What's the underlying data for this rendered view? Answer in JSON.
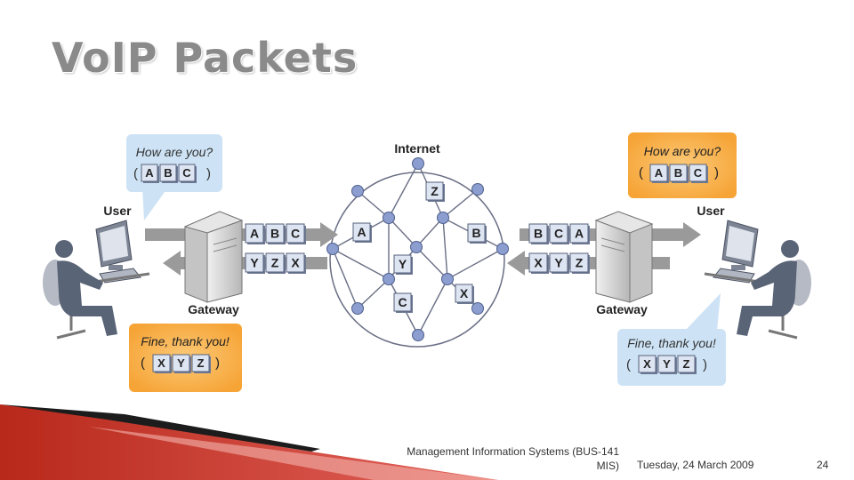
{
  "slide": {
    "title": "VoIP Packets",
    "footer_course": "Management Information Systems (BUS-141 MIS)",
    "footer_date": "Tuesday, 24 March 2009",
    "page_number": "24"
  },
  "diagram": {
    "internet_label": "Internet",
    "left": {
      "user_label": "User",
      "gateway_label": "Gateway",
      "question": "How are you?",
      "answer": "Fine, thank you!",
      "question_packets": [
        "A",
        "B",
        "C"
      ],
      "answer_packets": [
        "X",
        "Y",
        "Z"
      ],
      "outgoing_packets": [
        "A",
        "B",
        "C"
      ],
      "incoming_packets": [
        "Y",
        "Z",
        "X"
      ],
      "paren_open": "(",
      "paren_close": ")"
    },
    "right": {
      "user_label": "User",
      "gateway_label": "Gateway",
      "question": "How are you?",
      "answer": "Fine, thank you!",
      "question_packets": [
        "A",
        "B",
        "C"
      ],
      "answer_packets": [
        "X",
        "Y",
        "Z"
      ],
      "incoming_packets": [
        "B",
        "C",
        "A"
      ],
      "outgoing_packets": [
        "X",
        "Y",
        "Z"
      ],
      "paren_open": "(",
      "paren_close": ")"
    },
    "network_packets": [
      "Z",
      "A",
      "B",
      "Y",
      "C",
      "X"
    ]
  },
  "colors": {
    "blue_bubble": "#cde3f5",
    "orange_bubble": "#f7a836",
    "packet_fill": "#dde4f2",
    "node": "#8b9ecf",
    "person": "#5a6477",
    "gray_arrow": "#9a9a9a"
  }
}
